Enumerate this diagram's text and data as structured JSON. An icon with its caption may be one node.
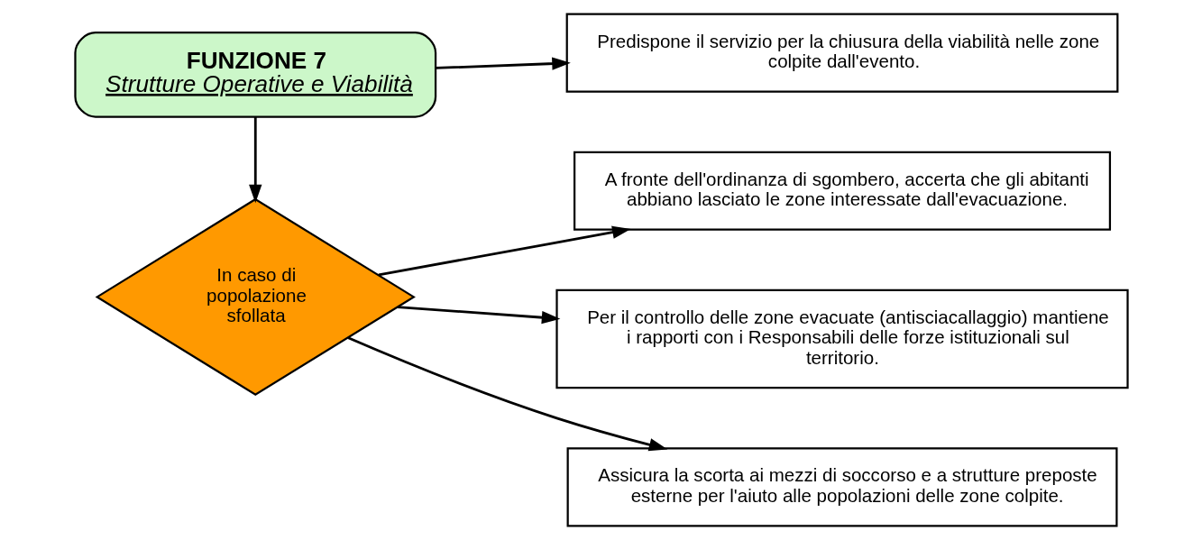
{
  "diagram": {
    "nodes": [
      {
        "text": [
          "FUNZIONE 7",
          "Strutture Operative e Viabilità"
        ]
      },
      {
        "text": [
          "Predispone il servizio per la chiusura della viabilità nelle zone colpite dall'evento."
        ]
      },
      {
        "text": [
          "In caso di popolazione sfollata"
        ]
      },
      {
        "text": [
          "A fronte dell'ordinanza di sgombero, accerta che gli abitanti abbiano lasciato le zone interessate dall'evacuazione."
        ]
      },
      {
        "text": [
          "Per il controllo delle zone evacuate (antisciacallaggio) mantiene i rapporti con i Responsabili delle forze istituzionali sul territorio."
        ]
      },
      {
        "text": [
          "Assicura la scorta ai mezzi di soccorso e a strutture preposte esterne per l'aiuto alle popolazioni delle zone colpite."
        ]
      }
    ],
    "edges": [
      {
        "from": 0,
        "to": 1,
        "arrow": "to"
      },
      {
        "from": 0,
        "to": 2,
        "arrow": "to"
      },
      {
        "from": 2,
        "to": 3,
        "arrow": "to"
      },
      {
        "from": 2,
        "to": 4,
        "arrow": "to"
      },
      {
        "from": 2,
        "to": 5,
        "arrow": "to"
      }
    ]
  }
}
